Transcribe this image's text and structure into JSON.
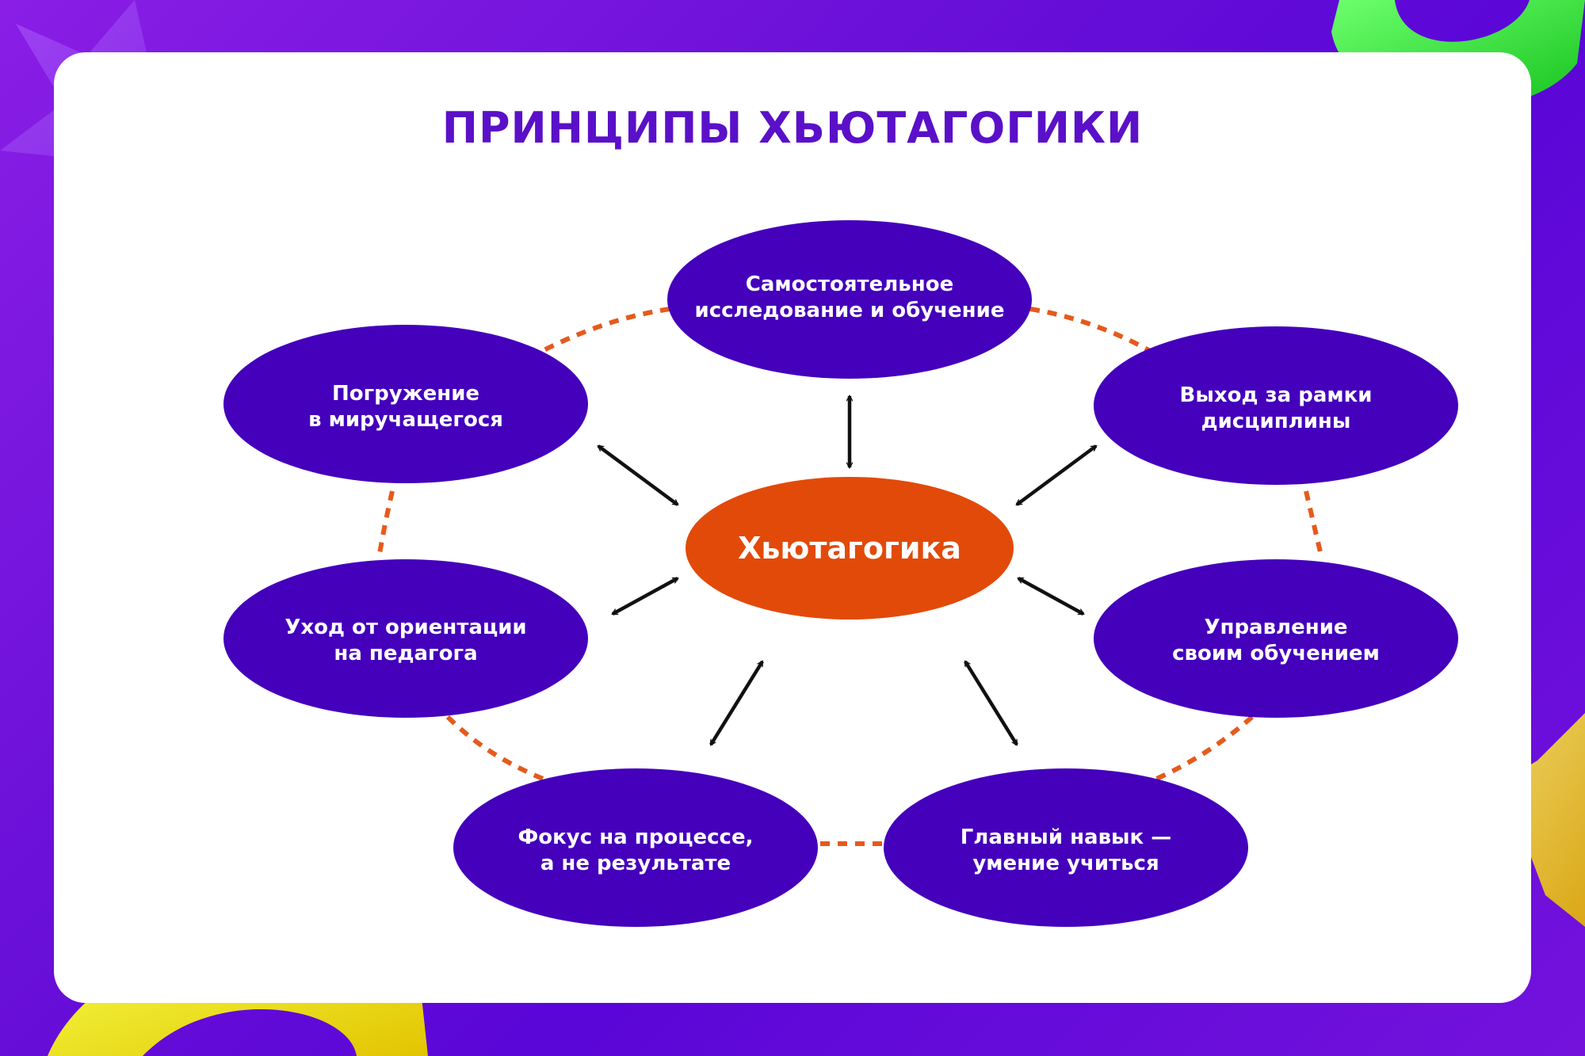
{
  "title": "ПРИНЦИПЫ ХЬЮТАГОГИКИ",
  "center": {
    "label": "Хьютагогика",
    "color": "#e24a0a"
  },
  "nodes": [
    {
      "id": "top",
      "lines": [
        "Самостоятельное",
        "исследование и обучение"
      ]
    },
    {
      "id": "left-upper",
      "lines": [
        "Погружение",
        "в миручащегося"
      ]
    },
    {
      "id": "right-upper",
      "lines": [
        "Выход за рамки",
        "дисциплины"
      ]
    },
    {
      "id": "left-lower",
      "lines": [
        "Уход от ориентации",
        "на педагога"
      ]
    },
    {
      "id": "right-lower",
      "lines": [
        "Управление",
        "своим обучением"
      ]
    },
    {
      "id": "bottom-left",
      "lines": [
        "Фокус на процессе,",
        "а не результате"
      ]
    },
    {
      "id": "bottom-right",
      "lines": [
        "Главный навык —",
        "умение учиться"
      ]
    }
  ],
  "colors": {
    "node": "#4400bb",
    "accent": "#5a10c8",
    "dash": "#e55a1c",
    "arrow": "#111111"
  }
}
